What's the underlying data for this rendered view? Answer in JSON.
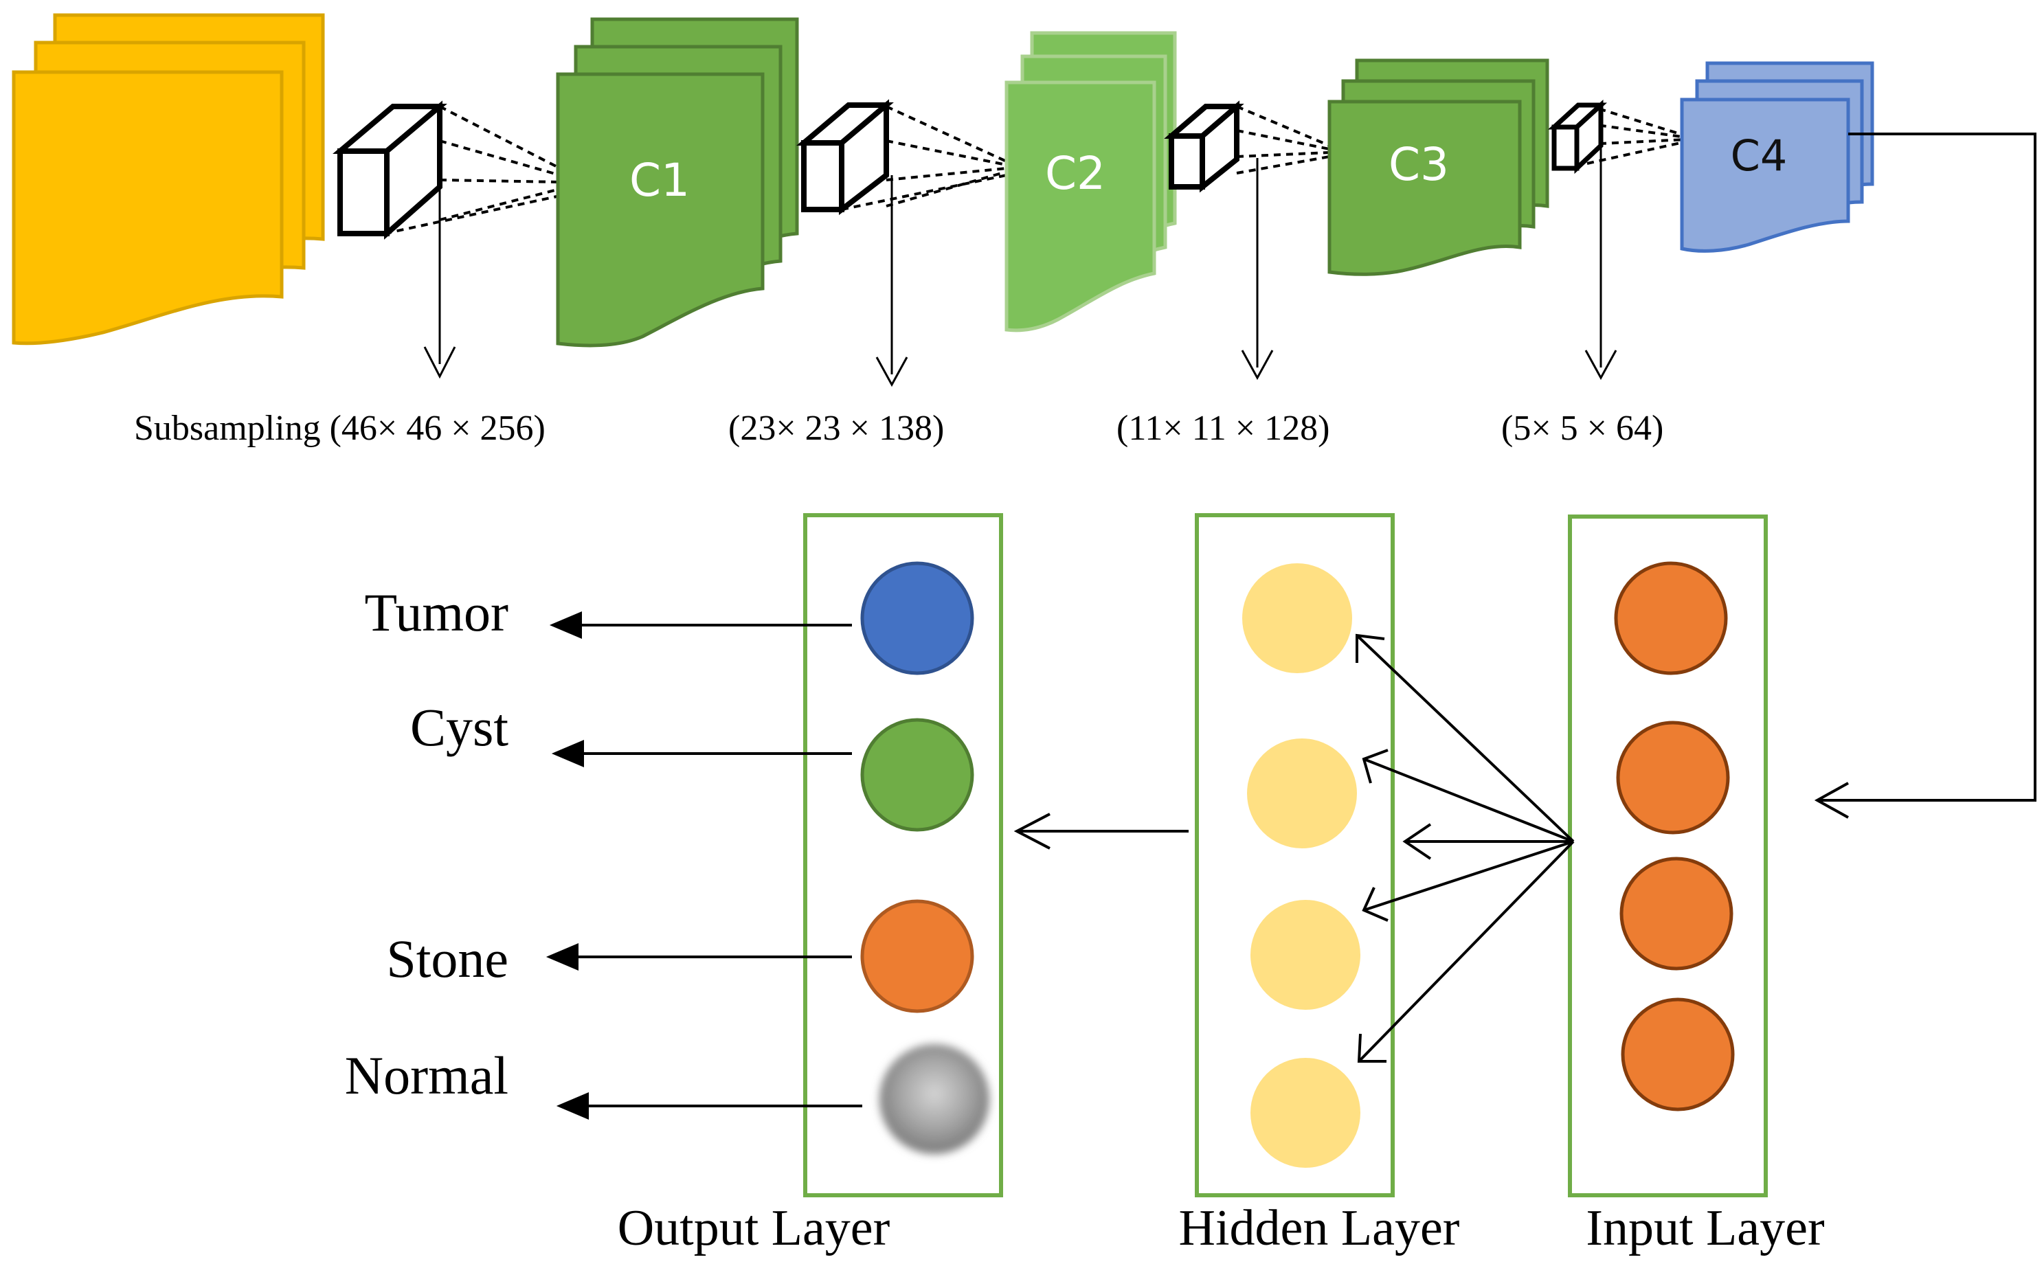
{
  "feature_maps": {
    "input": {
      "color": "#FFC000",
      "stroke": "#D9A400"
    },
    "c1": {
      "label": "C1",
      "color": "#70AD47",
      "stroke": "#507E32"
    },
    "c2": {
      "label": "C2",
      "color": "#7EC15A",
      "stroke": "#A9D18E"
    },
    "c3": {
      "label": "C3",
      "color": "#70AD47",
      "stroke": "#507E32"
    },
    "c4": {
      "label": "C4",
      "color": "#8FAADC",
      "stroke": "#4472C4"
    }
  },
  "dimensions": {
    "d1": "Subsampling (46× 46 × 256)",
    "d2": "(23× 23 × 138)",
    "d3": "(11× 11 × 128)",
    "d4": "(5× 5 × 64)"
  },
  "layers": {
    "output": "Output Layer",
    "hidden": "Hidden Layer",
    "input": "Input Layer",
    "border_color": "#70AD47"
  },
  "classes": [
    {
      "label": "Tumor",
      "color": "#4472C4"
    },
    {
      "label": "Cyst",
      "color": "#70AD47"
    },
    {
      "label": "Stone",
      "color": "#ED7D31"
    },
    {
      "label": "Normal",
      "color": "#A6A6A6"
    }
  ],
  "node_colors": {
    "hidden": "#FFE083",
    "input": "#ED7D31"
  }
}
